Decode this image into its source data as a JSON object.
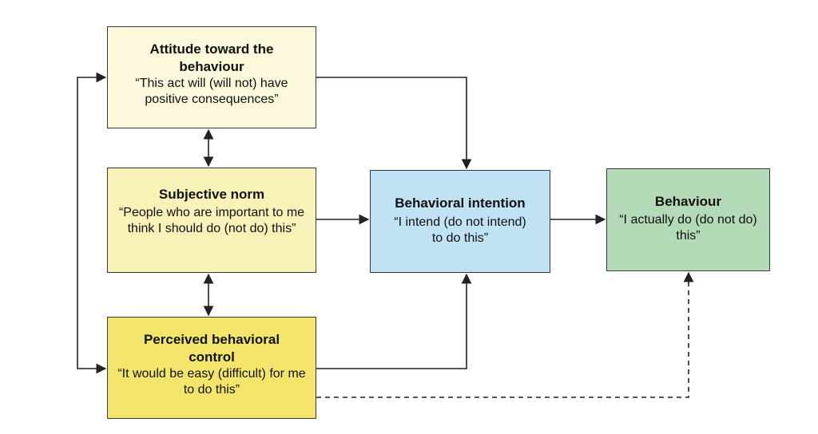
{
  "attitude": {
    "title": "Attitude toward the behaviour",
    "quote": "“This act will (will not) have positive consequences”"
  },
  "subjective_norm": {
    "title": "Subjective norm",
    "quote": "“People who are important to me think I should do (not do) this”"
  },
  "perceived_control": {
    "title": "Perceived behavioral control",
    "quote": "“It would be easy (difficult) for me to do this”"
  },
  "intention": {
    "title": "Behavioral intention",
    "quote": "“I intend (do not intend) to do this”"
  },
  "behaviour": {
    "title": "Behaviour",
    "quote": "“I actually do (do not do) this”"
  },
  "colors": {
    "attitude_fill": "#fcf8dc",
    "norm_fill": "#f8f2b9",
    "control_fill": "#f3e56c",
    "intention_fill": "#c1e1f4",
    "behaviour_fill": "#b4dab8",
    "line": "#222222"
  }
}
